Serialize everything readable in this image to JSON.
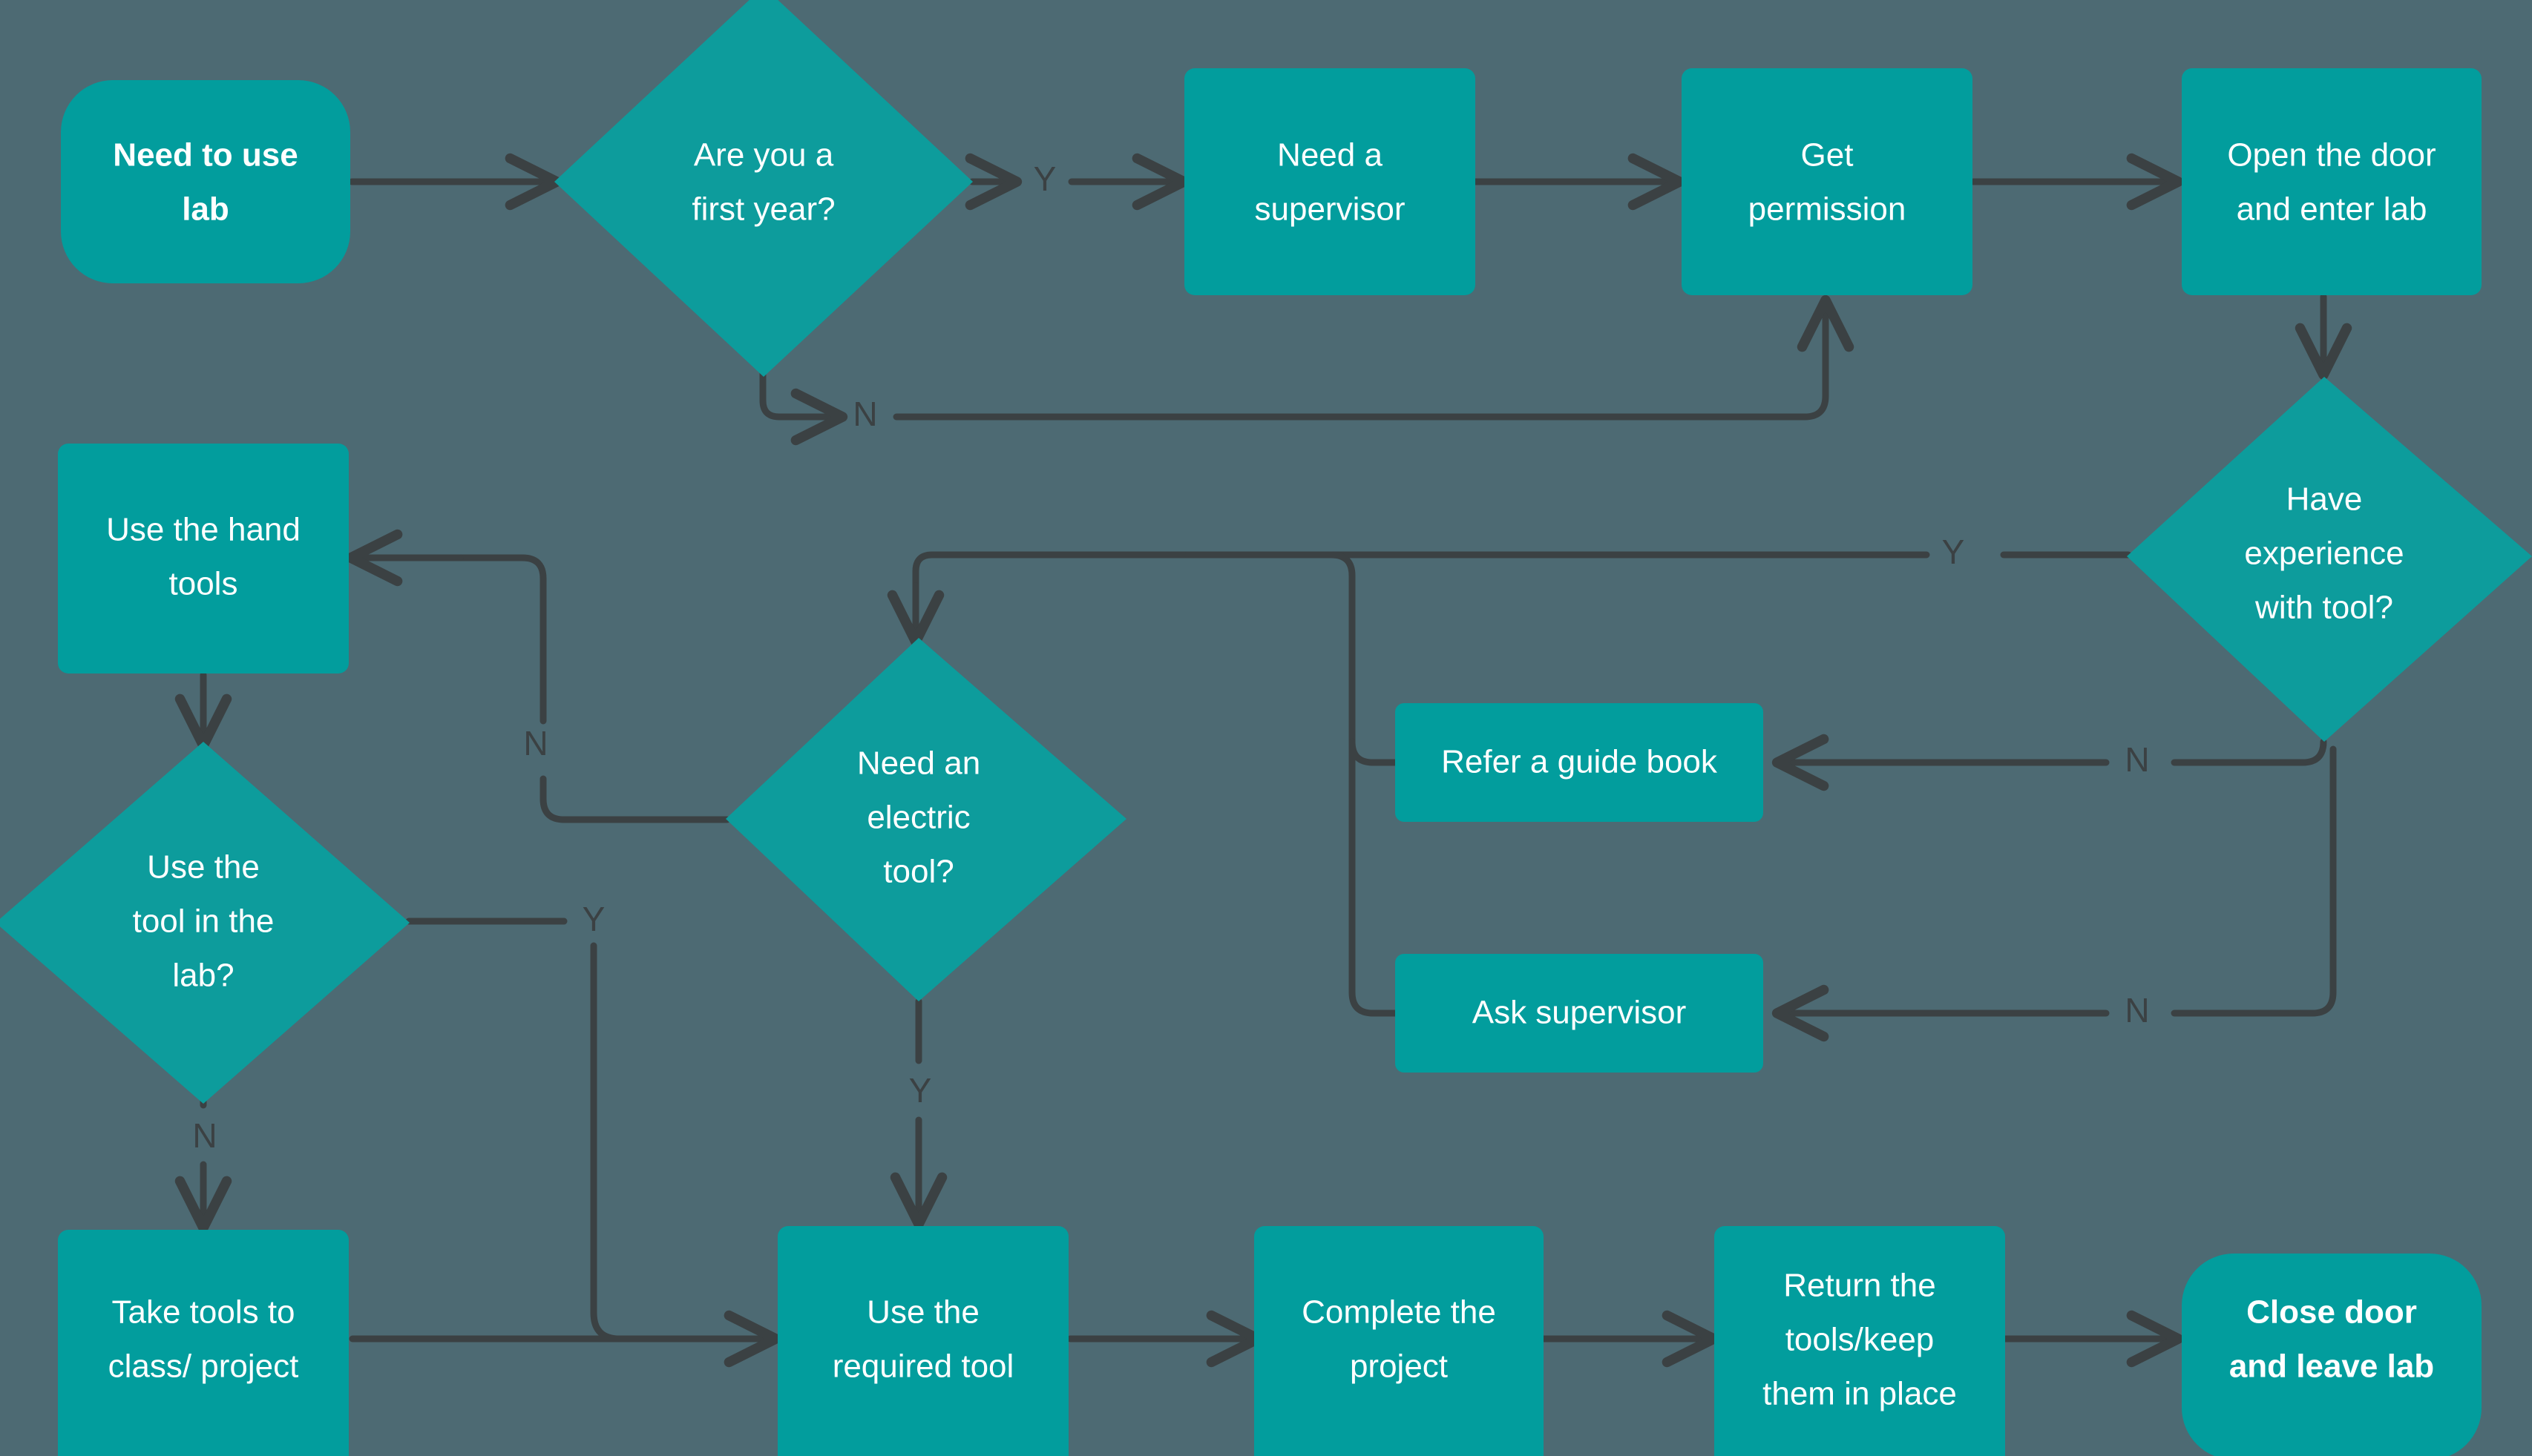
{
  "diagram": {
    "title": "Lab tool usage decision flowchart",
    "colors": {
      "background": "#4d6a73",
      "node_fill": "#029d9d",
      "edge_stroke": "#3b4143",
      "node_text": "#ffffff"
    },
    "nodes": [
      {
        "id": "start",
        "shape": "stadium",
        "bold": true,
        "lines": [
          "Need to use",
          "lab"
        ]
      },
      {
        "id": "firstyear",
        "shape": "diamond",
        "bold": false,
        "lines": [
          "Are you a",
          "first year?"
        ]
      },
      {
        "id": "supervisor",
        "shape": "rect",
        "bold": false,
        "lines": [
          "Need a",
          "supervisor"
        ]
      },
      {
        "id": "permission",
        "shape": "rect",
        "bold": false,
        "lines": [
          "Get",
          "permission"
        ]
      },
      {
        "id": "opendoor",
        "shape": "rect",
        "bold": false,
        "lines": [
          "Open the door",
          "and enter lab"
        ]
      },
      {
        "id": "experience",
        "shape": "diamond",
        "bold": false,
        "lines": [
          "Have",
          "experience",
          "with tool?"
        ]
      },
      {
        "id": "guidebook",
        "shape": "rect",
        "bold": false,
        "lines": [
          "Refer a guide book"
        ]
      },
      {
        "id": "asksuper",
        "shape": "rect",
        "bold": false,
        "lines": [
          "Ask supervisor"
        ]
      },
      {
        "id": "electric",
        "shape": "diamond",
        "bold": false,
        "lines": [
          "Need an",
          "electric",
          "tool?"
        ]
      },
      {
        "id": "handtools",
        "shape": "rect",
        "bold": false,
        "lines": [
          "Use the hand",
          "tools"
        ]
      },
      {
        "id": "toolinlab",
        "shape": "diamond",
        "bold": false,
        "lines": [
          "Use the",
          "tool in the",
          "lab?"
        ]
      },
      {
        "id": "taketools",
        "shape": "rect",
        "bold": false,
        "lines": [
          "Take tools to",
          "class/ project"
        ]
      },
      {
        "id": "requiredtool",
        "shape": "rect",
        "bold": false,
        "lines": [
          "Use the",
          "required tool"
        ]
      },
      {
        "id": "complete",
        "shape": "rect",
        "bold": false,
        "lines": [
          "Complete the",
          "project"
        ]
      },
      {
        "id": "returntools",
        "shape": "rect",
        "bold": false,
        "lines": [
          "Return the",
          "tools/keep",
          "them in place"
        ]
      },
      {
        "id": "end",
        "shape": "stadium",
        "bold": true,
        "lines": [
          "Close door",
          "and leave lab"
        ]
      }
    ],
    "edges": [
      {
        "from": "start",
        "to": "firstyear",
        "label": ""
      },
      {
        "from": "firstyear",
        "to": "supervisor",
        "label": "Y"
      },
      {
        "from": "firstyear",
        "to": "permission",
        "label": "N"
      },
      {
        "from": "supervisor",
        "to": "permission",
        "label": ""
      },
      {
        "from": "permission",
        "to": "opendoor",
        "label": ""
      },
      {
        "from": "opendoor",
        "to": "experience",
        "label": ""
      },
      {
        "from": "experience",
        "to": "electric",
        "label": "Y"
      },
      {
        "from": "experience",
        "to": "guidebook",
        "label": "N"
      },
      {
        "from": "experience",
        "to": "asksuper",
        "label": "N"
      },
      {
        "from": "guidebook",
        "to": "electric",
        "label": ""
      },
      {
        "from": "asksuper",
        "to": "electric",
        "label": ""
      },
      {
        "from": "electric",
        "to": "handtools",
        "label": "N"
      },
      {
        "from": "electric",
        "to": "requiredtool",
        "label": "Y"
      },
      {
        "from": "handtools",
        "to": "toolinlab",
        "label": ""
      },
      {
        "from": "toolinlab",
        "to": "taketools",
        "label": "N"
      },
      {
        "from": "toolinlab",
        "to": "requiredtool",
        "label": "Y"
      },
      {
        "from": "taketools",
        "to": "requiredtool",
        "label": ""
      },
      {
        "from": "requiredtool",
        "to": "complete",
        "label": ""
      },
      {
        "from": "complete",
        "to": "returntools",
        "label": ""
      },
      {
        "from": "returntools",
        "to": "end",
        "label": ""
      }
    ],
    "edge_labels": {
      "firstyear_yes": "Y",
      "firstyear_no": "N",
      "experience_yes": "Y",
      "experience_no_guide": "N",
      "experience_no_ask": "N",
      "electric_no": "N",
      "electric_yes": "Y",
      "toolinlab_yes": "Y",
      "toolinlab_no": "N"
    }
  }
}
